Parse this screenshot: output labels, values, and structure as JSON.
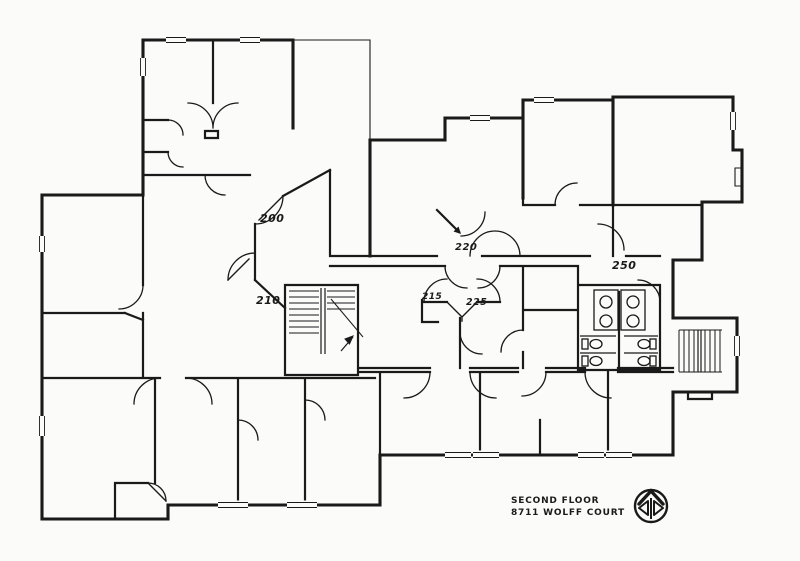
{
  "sheet": {
    "title_line1": "SECOND FLOOR",
    "title_line2": "8711 WOLFF COURT",
    "room_labels": [
      "200",
      "210",
      "215",
      "220",
      "225",
      "250"
    ],
    "icons": {
      "logo": "architect-compass-logo"
    },
    "colors": {
      "ink": "#1a1a1a",
      "paper": "#fbfbf9"
    }
  }
}
